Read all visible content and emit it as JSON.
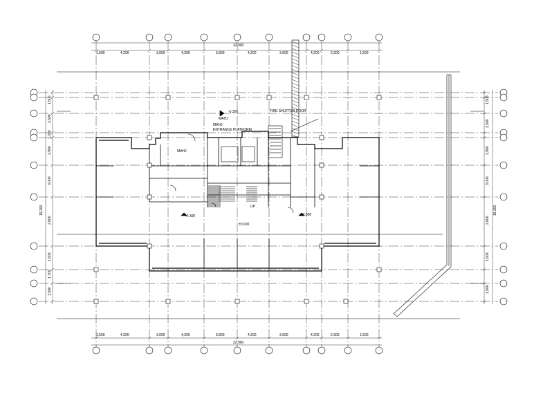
{
  "drawing": {
    "top_dims": [
      "1,500",
      "4,200",
      "3,000",
      "4,200",
      "5,800",
      "4,200",
      "3,600",
      "4,200",
      "2,300",
      "1,500"
    ],
    "bottom_dims": [
      "1,500",
      "4,200",
      "3,000",
      "4,200",
      "5,800",
      "4,200",
      "3,600",
      "4,200",
      "2,300",
      "1,500"
    ],
    "top_total": "32,900",
    "bottom_total": "32,900",
    "left_dims": [
      "1,500",
      "2,500",
      "1,300",
      "3,900",
      "3,000",
      "2,800",
      "1,600",
      "1,700",
      "1,500"
    ],
    "right_dims": [
      "1,500",
      "2,500",
      "3,900",
      "3,000",
      "2,800",
      "1,600",
      "1,500"
    ],
    "left_total": "19,200",
    "right_total": "19,200",
    "labels": {
      "elev_top": "-0.300",
      "elev_center": "±0.000",
      "elev_left": "-0.300",
      "elev_right": "-0.300",
      "room_label": "MAHJ",
      "note_a": "MAHJ",
      "note_b": "ENTRANCE PLATFORM",
      "note_c": "FIRE SHUTTER DOOR",
      "room_left": "MAHJ",
      "up_label": "UP"
    },
    "colors": {
      "line": "#000000",
      "background": "#ffffff"
    }
  }
}
